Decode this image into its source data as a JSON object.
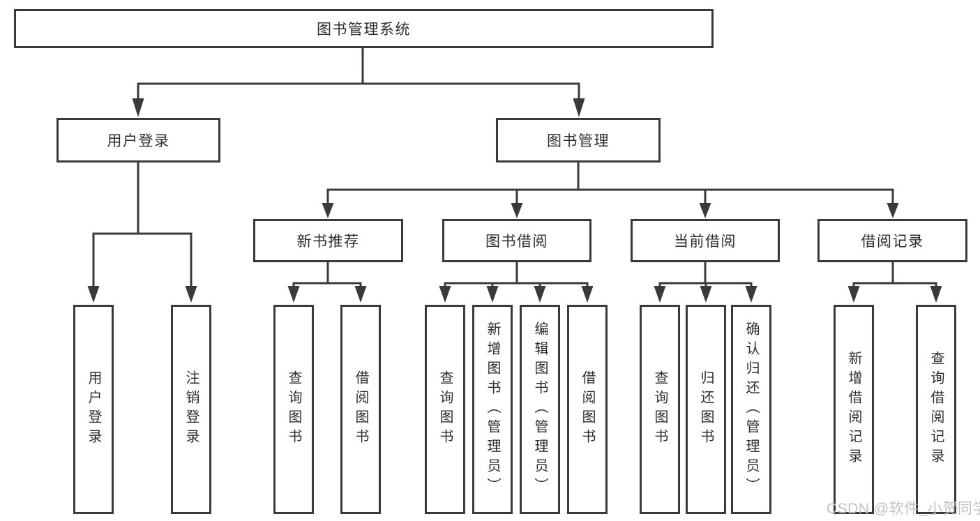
{
  "nodes": {
    "root": "图书管理系统",
    "user_login": "用户登录",
    "book_management": "图书管理",
    "new_book_recommend": "新书推荐",
    "book_borrowing": "图书借阅",
    "current_borrowing": "当前借阅",
    "borrowing_records": "借阅记录",
    "leaf_user_login": "用户登录",
    "leaf_logout": "注销登录",
    "leaf_query_books_a": "查询图书",
    "leaf_borrow_books_a": "借阅图书",
    "leaf_query_books_b": "查询图书",
    "leaf_add_book_admin": "新增图书（管理员）",
    "leaf_edit_book_admin": "编辑图书（管理员）",
    "leaf_borrow_books_b": "借阅图书",
    "leaf_query_books_c": "查询图书",
    "leaf_return_books": "归还图书",
    "leaf_confirm_return_admin": "确认归还（管理员）",
    "leaf_add_borrow_record": "新增借阅记录",
    "leaf_query_borrow_record": "查询借阅记录"
  },
  "watermark": "CSDN @软件_小贺同学",
  "colors": {
    "line": "#3a3a3a",
    "text": "#2e2e2e",
    "watermark": "#c2c2c2",
    "background": "#ffffff"
  }
}
